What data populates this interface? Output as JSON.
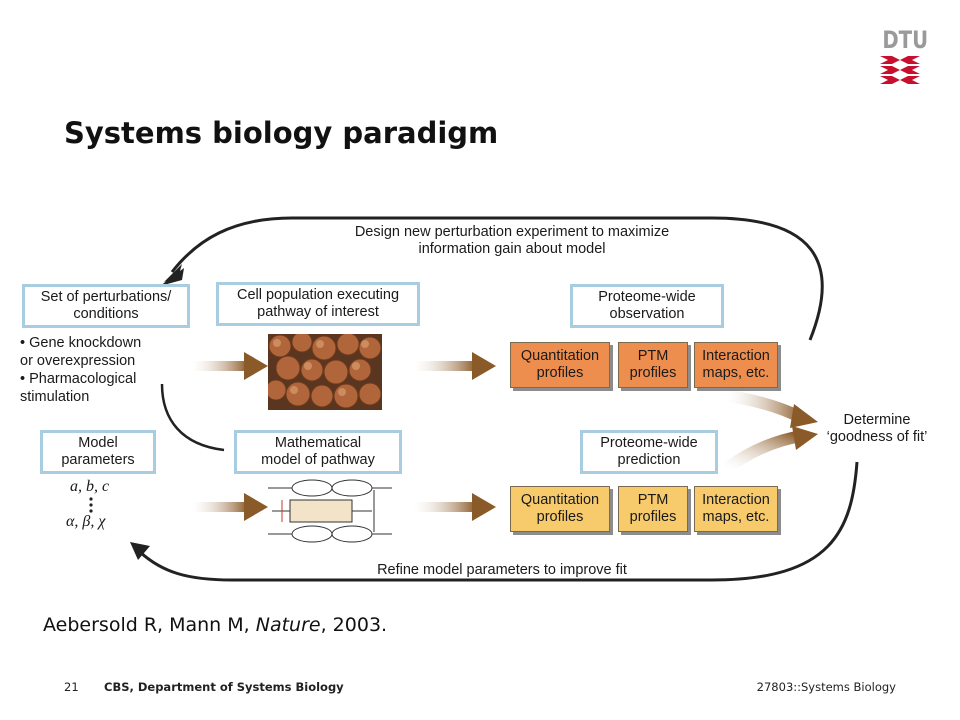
{
  "logo": {
    "text": "DTU"
  },
  "slide": {
    "title": "Systems biology paradigm"
  },
  "figure": {
    "top_arrow_text": [
      "Design new perturbation experiment to maximize",
      "information gain about model"
    ],
    "bottom_arrow_text": "Refine model parameters to improve fit",
    "perturbations_box": [
      "Set of perturbations/",
      "conditions"
    ],
    "perturbation_bullets": [
      "• Gene knockdown",
      "or overexpression",
      "• Pharmacological",
      "stimulation"
    ],
    "cell_population_box": [
      "Cell population executing",
      "pathway of interest"
    ],
    "observation_box": [
      "Proteome-wide",
      "observation"
    ],
    "observed_profiles": [
      [
        "Quantitation",
        "profiles"
      ],
      [
        "PTM",
        "profiles"
      ],
      [
        "Interaction",
        "maps, etc."
      ]
    ],
    "model_params_box": [
      "Model",
      "parameters"
    ],
    "param_letters_1": "a, b, c",
    "param_letters_2": "α,  β,  χ",
    "math_model_box": [
      "Mathematical",
      "model of pathway"
    ],
    "prediction_box": [
      "Proteome-wide",
      "prediction"
    ],
    "predicted_profiles": [
      [
        "Quantitation",
        "profiles"
      ],
      [
        "PTM",
        "profiles"
      ],
      [
        "Interaction",
        "maps, etc."
      ]
    ],
    "determine_text": [
      "Determine",
      "‘goodness of fit’"
    ],
    "colors": {
      "box_border": "#a9cde0",
      "observed_fill": "#ee8e4e",
      "predicted_fill": "#f7cb6c",
      "arrow_brown": "#9a6a32"
    }
  },
  "citation": {
    "authors": "Aebersold R, Mann M, ",
    "journal": "Nature",
    "year": ", 2003."
  },
  "footer": {
    "page_number": "21",
    "department": "CBS, Department of Systems Biology",
    "course": "27803::Systems Biology"
  }
}
